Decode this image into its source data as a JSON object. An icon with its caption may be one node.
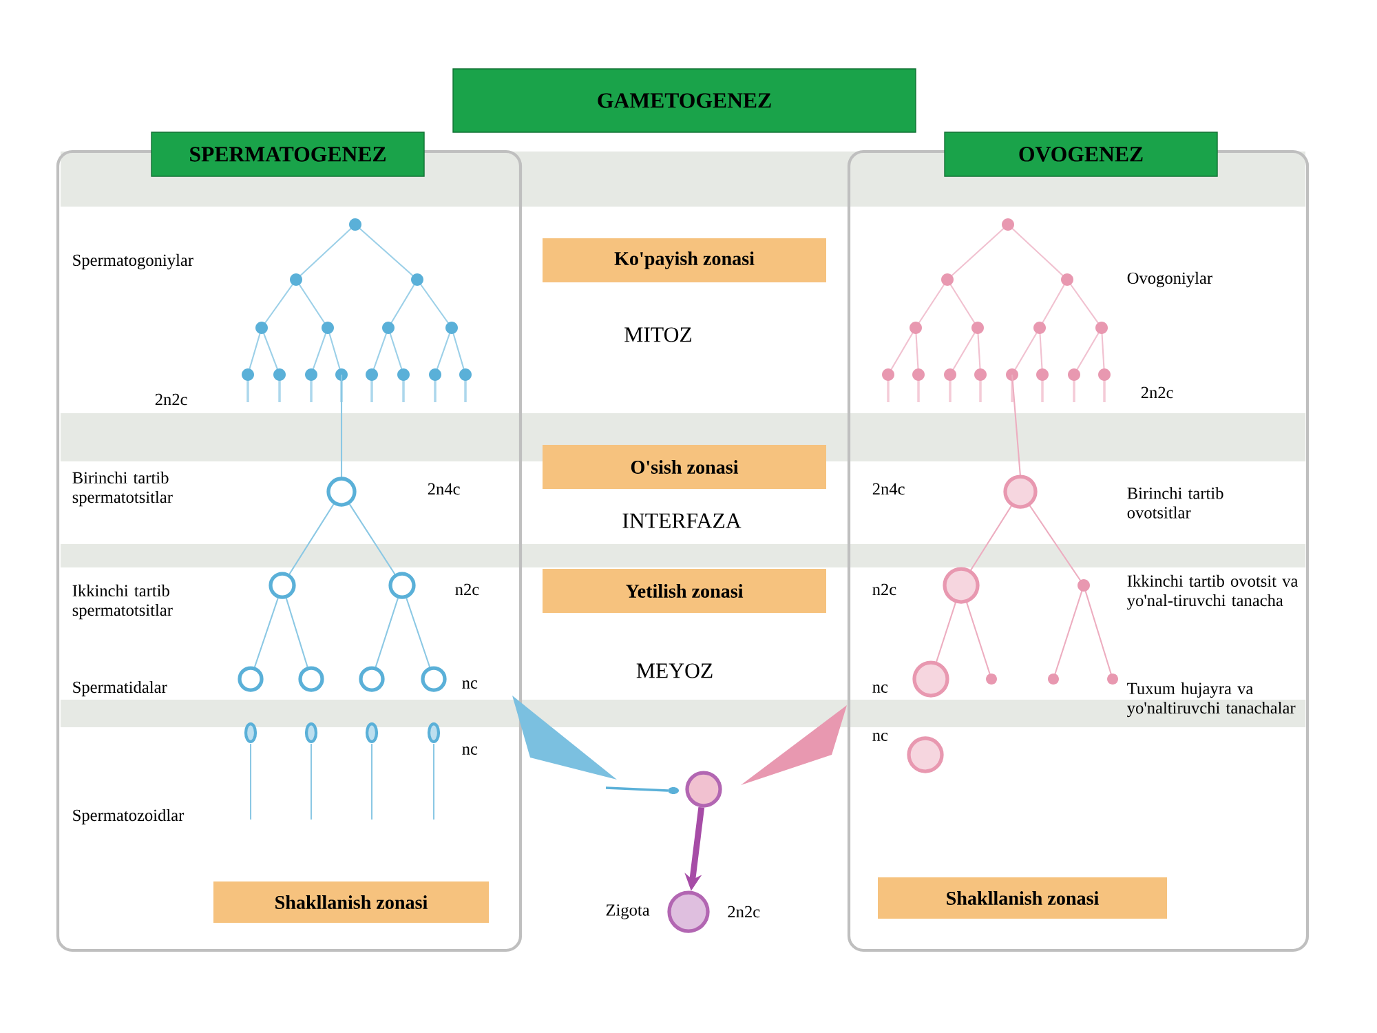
{
  "diagram": {
    "nodes": [
      {
        "text": [
          "GAMETOGENEZ"
        ]
      },
      {
        "text": [],
        "shape": "box"
      },
      {
        "text": [
          "SPERMATOGENEZ"
        ]
      },
      {
        "text": [],
        "shape": "box"
      },
      {
        "text": [
          "OVOGENEZ"
        ]
      },
      {
        "text": [
          "Ko'payish zonasi"
        ]
      },
      {
        "text": [
          "O'sish zonasi"
        ]
      },
      {
        "text": [
          "Yetilish zonasi"
        ]
      },
      {
        "text": [],
        "shape": "circle"
      },
      {
        "text": [],
        "shape": "circle",
        "beside": [
          "Zigota",
          "2n2c"
        ]
      },
      {
        "text": [
          "Shakllanish zonasi"
        ],
        "in": 1
      },
      {
        "text": [
          "Shakllanish zonasi"
        ],
        "in": 3
      }
    ],
    "edges": [
      {
        "from": 8,
        "to": 9,
        "arrow": "to"
      }
    ],
    "labels": [
      "Spermatogoniylar",
      "2n2c",
      "Birinchi tartib spermatotsitlar",
      "2n4c",
      "Ikkinchi tartib spermatotsitlar",
      "n2c",
      "Spermatidalar",
      "nc",
      "nc",
      "Spermatozoidlar",
      "MITOZ",
      "INTERFAZA",
      "MEYOZ",
      "Ovogoniylar",
      "2n2c",
      "2n4c",
      "Birinchi tartib ovotsitlar",
      "n2c",
      "Ikkinchi tartib ovotsit va yo'nal-tiruvchi tanacha",
      "nc",
      "nc",
      "Tuxum hujayra va yo'naltiruvchi tanachalar"
    ]
  }
}
